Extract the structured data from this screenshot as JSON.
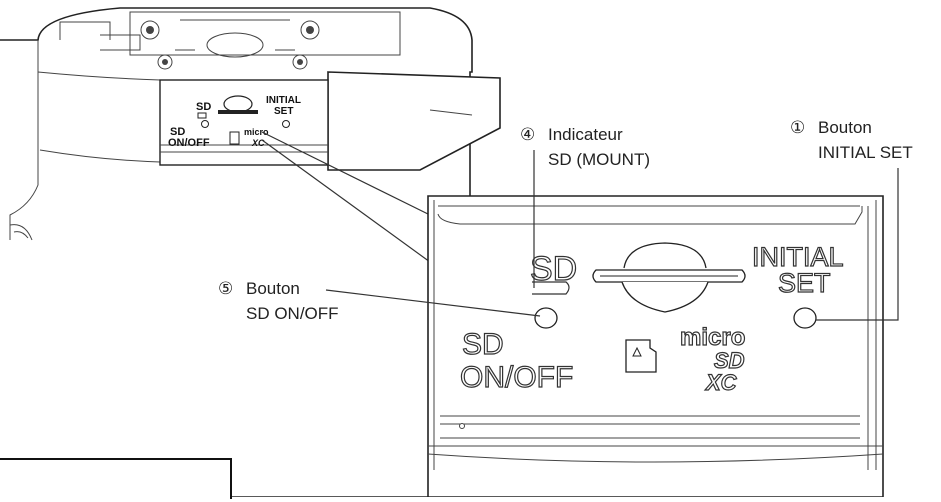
{
  "callouts": {
    "initial_set_button": {
      "marker": "①",
      "line1": "Bouton",
      "line2": "INITIAL SET"
    },
    "sd_mount_indicator": {
      "marker": "④",
      "line1": "Indicateur",
      "line2": "SD (MOUNT)"
    },
    "sd_onoff_button": {
      "marker": "⑤",
      "line1": "Bouton",
      "line2": "SD ON/OFF"
    }
  },
  "panel": {
    "sd_label": "SD",
    "initial_label_1": "INITIAL",
    "initial_label_2": "SET",
    "sd_onoff_label_1": "SD",
    "sd_onoff_label_2": "ON/OFF",
    "micro_label": "micro",
    "sd_logo": "SD",
    "xc_logo": "XC"
  },
  "device": {
    "sd_label": "SD",
    "initial_label_1": "INITIAL",
    "initial_label_2": "SET",
    "sd_onoff_label_1": "SD",
    "sd_onoff_label_2": "ON/OFF",
    "micro_label": "micro",
    "xc_logo": "XC"
  }
}
